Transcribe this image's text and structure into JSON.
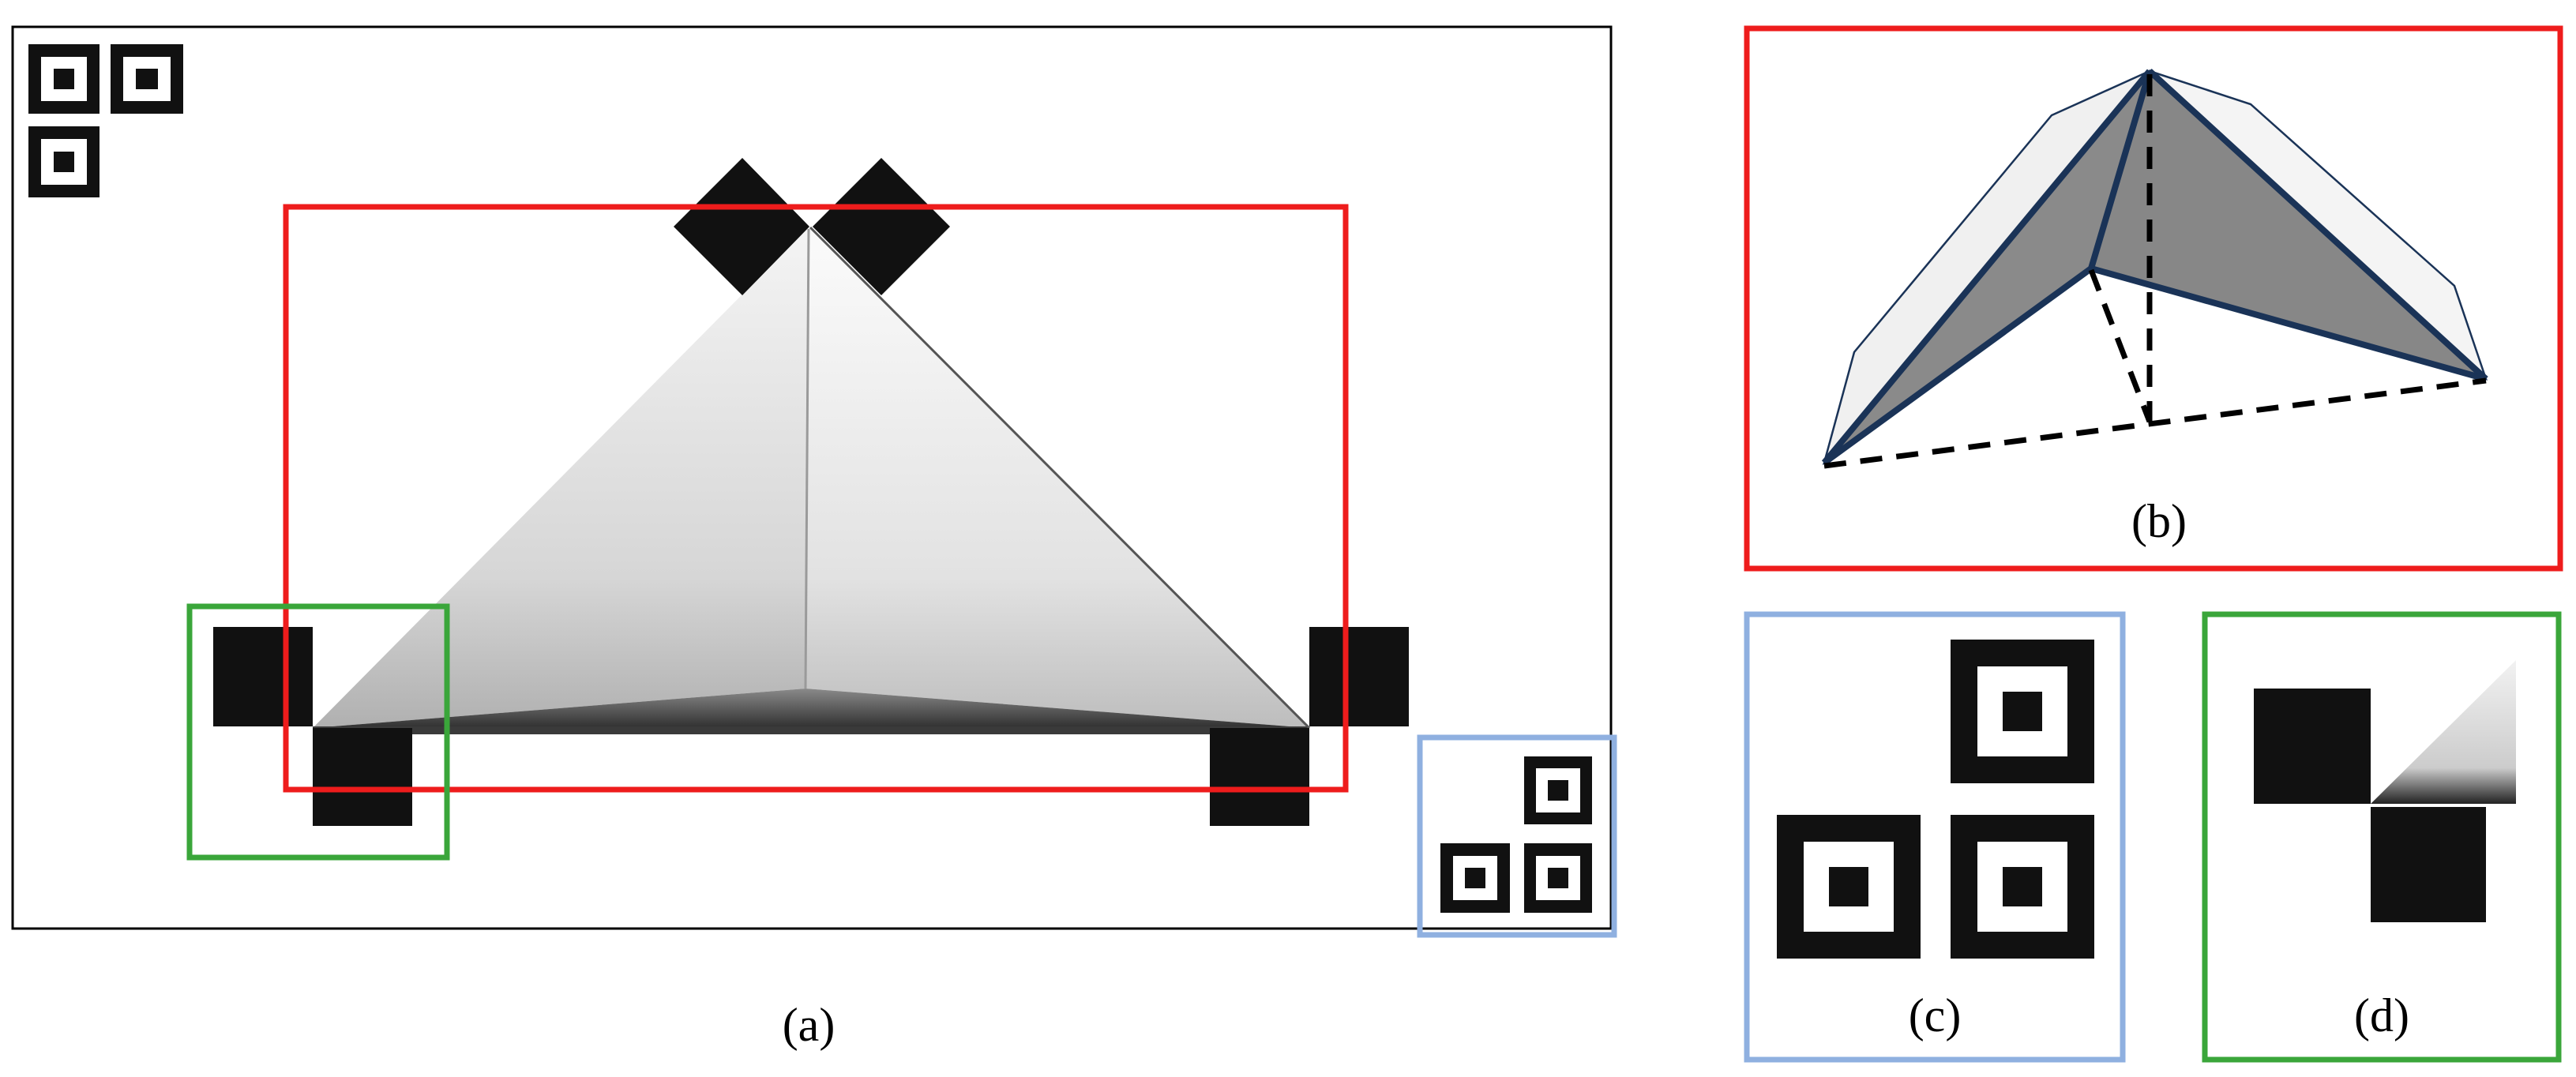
{
  "figure": {
    "panels": {
      "a": {
        "label": "(a)"
      },
      "b": {
        "label": "(b)"
      },
      "c": {
        "label": "(c)"
      },
      "d": {
        "label": "(d)"
      }
    },
    "colors": {
      "highlight_red": "#ee1c1c",
      "highlight_green": "#3aa63a",
      "highlight_blue": "#8fb0e0",
      "edge_navy": "#1a3357",
      "marker_black": "#111111",
      "face_dark": "#888888",
      "face_light": "#f0f0f0"
    },
    "icons": [
      "fiducial-marker-icon",
      "black-square-marker-icon"
    ]
  }
}
